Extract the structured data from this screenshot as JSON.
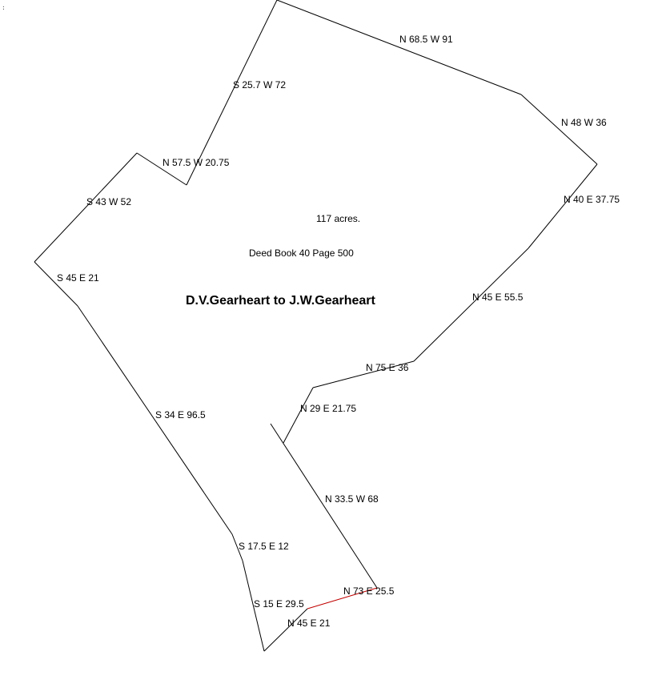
{
  "title": "D.V.Gearheart to J.W.Gearheart",
  "acreage": "117 acres.",
  "deed_reference": "Deed Book 40 Page 500",
  "line_color": "#000000",
  "closing_line_color": "#c00000",
  "calls": [
    "N 68.5 W 91",
    "N 48 W 36",
    "N 40 E 37.75",
    "N 45 E 55.5",
    "N 75 E 36",
    "N 29 E 21.75",
    "N 33.5 W 68",
    "N 73 E 25.5",
    "N 45 E 21",
    "S 15 E 29.5",
    "S 17.5 E 12",
    "S 34 E 96.5",
    "S 45 E 21",
    "S 43 W 52",
    "N 57.5 W 20.75",
    "S 25.7 W 72"
  ]
}
